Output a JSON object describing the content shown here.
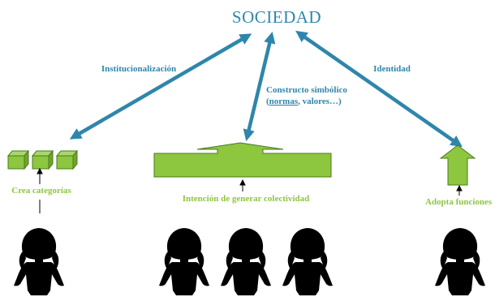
{
  "title": "SOCIEDAD",
  "arrow_labels": {
    "left": "Institucionalización",
    "right": "Identidad",
    "center_line1": "Constructo simbólico",
    "center_line2_prefix": "(",
    "center_line2_underlined": "normas",
    "center_line2_suffix": ", valores…)"
  },
  "captions": {
    "left": "Crea categorías",
    "center": "Intención de generar colectividad",
    "right": "Adopta funciones"
  },
  "colors": {
    "blue": "#2e86ab",
    "green": "#8dc63f",
    "green_dark": "#4d7a1c",
    "silhouette": "#000000"
  },
  "icons": [
    "double-headed-arrow-icon",
    "cube-icon",
    "block-arrow-up-icon",
    "person-silhouette-icon"
  ]
}
